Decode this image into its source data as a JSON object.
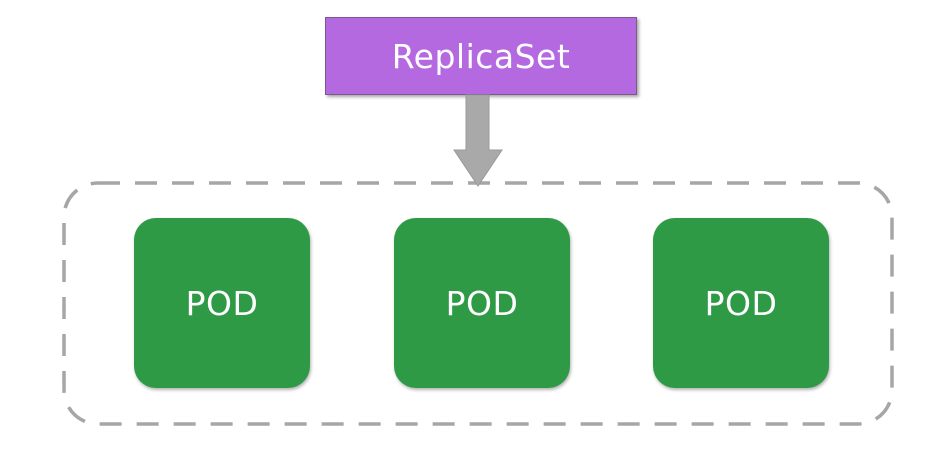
{
  "replicaset": {
    "label": "ReplicaSet",
    "color": "#b469e0"
  },
  "arrow": {
    "icon": "down-arrow-icon",
    "color": "#a9a9a9"
  },
  "group": {
    "border_style": "dashed",
    "border_color": "#a6a6a6"
  },
  "pods": [
    {
      "label": "POD"
    },
    {
      "label": "POD"
    },
    {
      "label": "POD"
    }
  ],
  "pod_color": "#2e9a46"
}
